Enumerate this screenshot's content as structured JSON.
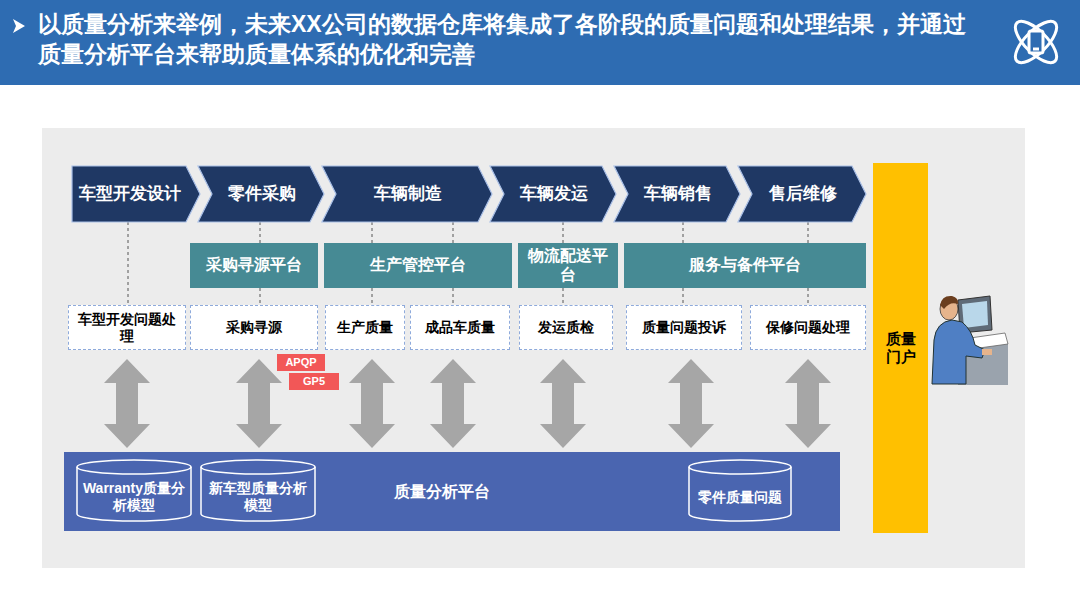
{
  "diagram": {
    "title": "以质量分析来举例，未来XX公司的数据仓库将集成了各阶段的质量问题和处理结果，并通过质量分析平台来帮助质量体系的优化和完善",
    "nodes": [
      {
        "text": [
          "车型开发设计"
        ]
      },
      {
        "text": [
          "零件采购"
        ]
      },
      {
        "text": [
          "车辆制造"
        ]
      },
      {
        "text": [
          "车辆发运"
        ]
      },
      {
        "text": [
          "车辆销售"
        ]
      },
      {
        "text": [
          "售后维修"
        ]
      },
      {
        "text": [
          "采购寻源平台"
        ]
      },
      {
        "text": [
          "生产管控平台"
        ]
      },
      {
        "text": [
          "物流配送平台"
        ]
      },
      {
        "text": [
          "服务与备件平台"
        ]
      },
      {
        "text": [
          "车型开发问题处理"
        ]
      },
      {
        "text": [
          "采购寻源"
        ]
      },
      {
        "text": [
          "生产质量"
        ]
      },
      {
        "text": [
          "成品车质量"
        ]
      },
      {
        "text": [
          "发运质检"
        ]
      },
      {
        "text": [
          "质量问题投诉"
        ]
      },
      {
        "text": [
          "保修问题处理"
        ]
      },
      {
        "text": [
          "APQP"
        ]
      },
      {
        "text": [
          "GP5"
        ]
      },
      {
        "text": [
          "质量分析平台"
        ]
      },
      {
        "text": [
          "Warranty质量分析模型"
        ],
        "in": 19
      },
      {
        "text": [
          "新车型质量分析模型"
        ],
        "in": 19
      },
      {
        "text": [
          "零件质量问题"
        ],
        "in": 19
      },
      {
        "text": [
          "质量门户"
        ]
      }
    ],
    "edges": [
      {
        "from": 0,
        "to": 10,
        "arrow": "none"
      },
      {
        "from": 1,
        "to": 6,
        "arrow": "none"
      },
      {
        "from": 6,
        "to": 11,
        "arrow": "none"
      },
      {
        "from": 2,
        "to": 7,
        "arrow": "none"
      },
      {
        "from": 7,
        "to": 12,
        "arrow": "none"
      },
      {
        "from": 2,
        "to": 7,
        "arrow": "none"
      },
      {
        "from": 7,
        "to": 13,
        "arrow": "none"
      },
      {
        "from": 3,
        "to": 8,
        "arrow": "none"
      },
      {
        "from": 8,
        "to": 14,
        "arrow": "none"
      },
      {
        "from": 4,
        "to": 9,
        "arrow": "none"
      },
      {
        "from": 9,
        "to": 15,
        "arrow": "none"
      },
      {
        "from": 5,
        "to": 9,
        "arrow": "none"
      },
      {
        "from": 9,
        "to": 16,
        "arrow": "none"
      },
      {
        "from": 10,
        "to": 19,
        "arrow": "both"
      },
      {
        "from": 11,
        "to": 19,
        "arrow": "both"
      },
      {
        "from": 12,
        "to": 19,
        "arrow": "both"
      },
      {
        "from": 13,
        "to": 19,
        "arrow": "both"
      },
      {
        "from": 14,
        "to": 19,
        "arrow": "both"
      },
      {
        "from": 15,
        "to": 19,
        "arrow": "both"
      },
      {
        "from": 16,
        "to": 19,
        "arrow": "both"
      }
    ]
  }
}
